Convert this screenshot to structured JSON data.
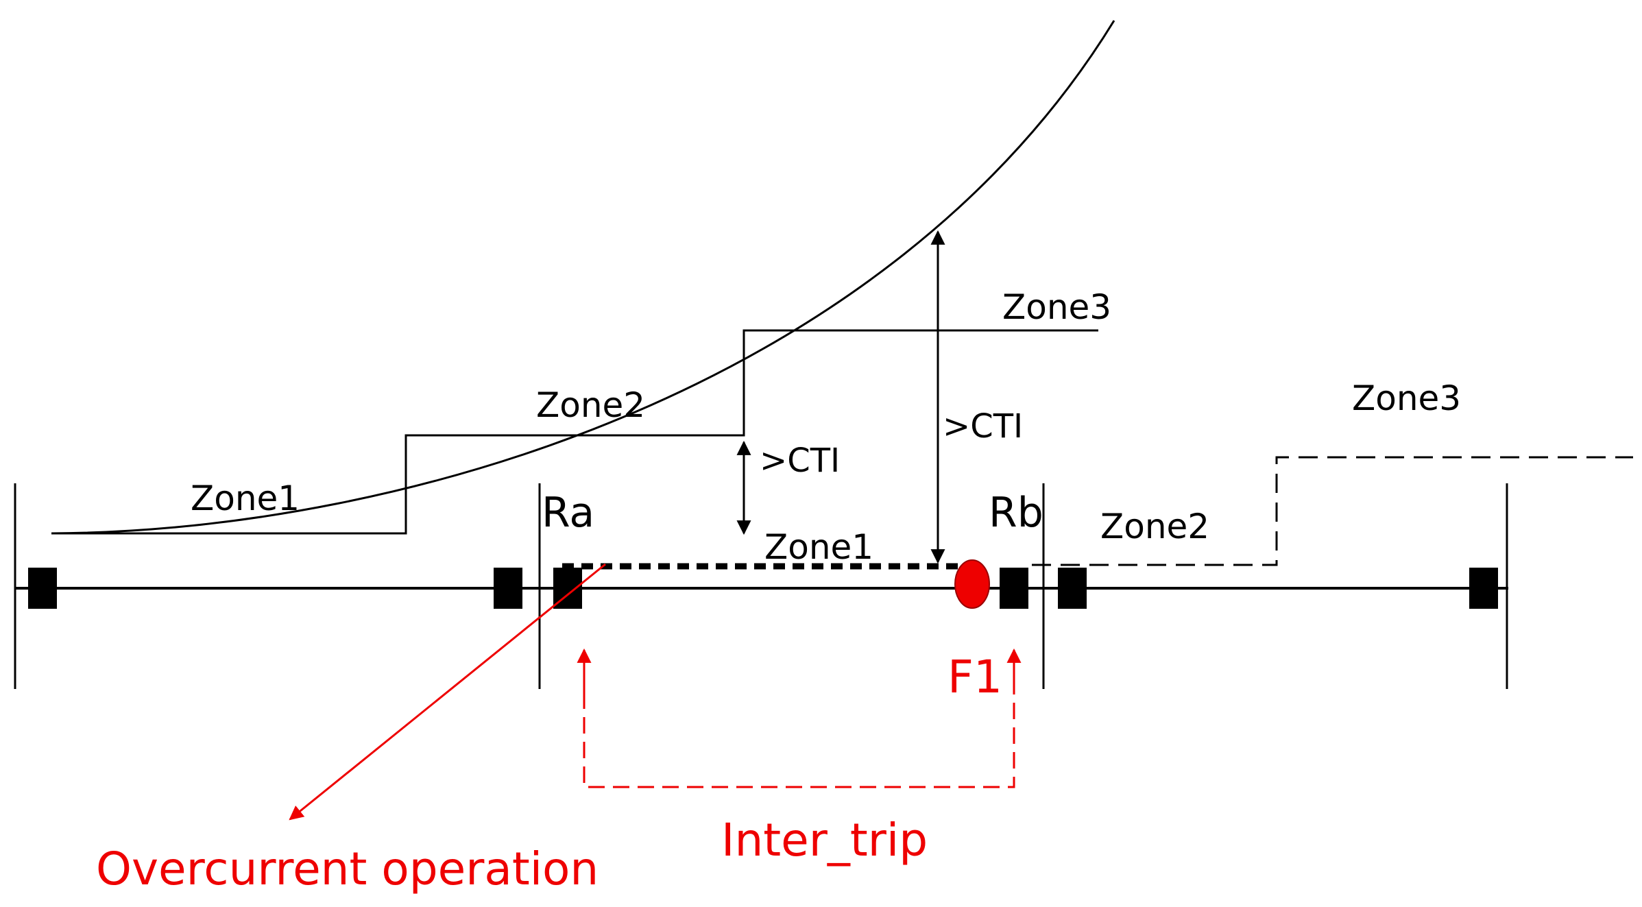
{
  "labels": {
    "zone1_a": "Zone1",
    "zone2_a": "Zone2",
    "zone3_a": "Zone3",
    "ra": "Ra",
    "rb": "Rb",
    "zone1_b": "Zone1",
    "zone2_b": "Zone2",
    "zone3_b": "Zone3",
    "cti_left": ">CTI",
    "cti_right": ">CTI",
    "f1": "F1",
    "overcurrent": "Overcurrent operation",
    "inter_trip": "Inter_trip"
  },
  "colors": {
    "line": "#000000",
    "fault": "#ee0000",
    "annotation": "#ee0000"
  }
}
